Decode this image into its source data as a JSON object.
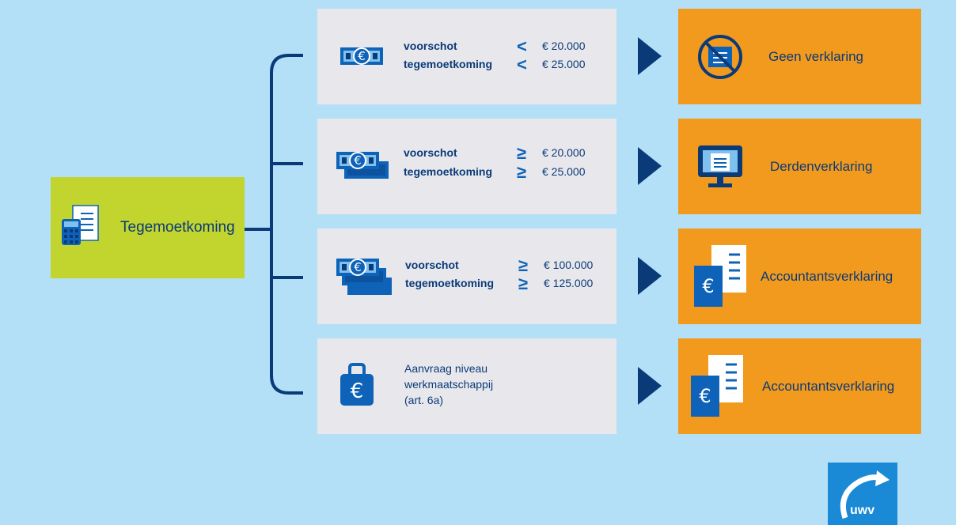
{
  "start": {
    "label": "Tegemoetkoming",
    "icon": "calculator-document-icon"
  },
  "rows": [
    {
      "icon": "single-euro-banknote-icon",
      "lines": [
        {
          "label": "voorschot",
          "symbol": "<",
          "amount": "€ 20.000"
        },
        {
          "label": "tegemoetkoming",
          "symbol": "<",
          "amount": "€ 25.000"
        }
      ],
      "result": {
        "label": "Geen verklaring",
        "icon": "no-document-icon"
      }
    },
    {
      "icon": "double-euro-banknote-icon",
      "lines": [
        {
          "label": "voorschot",
          "symbol": "≥",
          "amount": "€ 20.000"
        },
        {
          "label": "tegemoetkoming",
          "symbol": "≥",
          "amount": "€ 25.000"
        }
      ],
      "result": {
        "label": "Derdenverklaring",
        "icon": "monitor-document-icon"
      }
    },
    {
      "icon": "stacked-euro-banknotes-icon",
      "lines": [
        {
          "label": "voorschot",
          "symbol": "≥",
          "amount": "€ 100.000"
        },
        {
          "label": "tegemoetkoming",
          "symbol": "≥",
          "amount": "€ 125.000"
        }
      ],
      "result": {
        "label": "Accountantsverklaring",
        "icon": "euro-document-icon"
      }
    },
    {
      "icon": "euro-briefcase-icon",
      "text_lines": [
        "Aanvraag niveau",
        "werkmaatschappij",
        "(art. 6a)"
      ],
      "result": {
        "label": "Accountantsverklaring",
        "icon": "euro-document-icon"
      }
    }
  ],
  "logo": {
    "text": "uwv"
  },
  "colors": {
    "background": "#b3e0f7",
    "start_box": "#c2d52f",
    "condition_box": "#e8e8ec",
    "result_box": "#f29a1e",
    "dark_blue": "#0a3a78",
    "mid_blue": "#0e63b8",
    "logo_bg": "#1a8ad6"
  }
}
